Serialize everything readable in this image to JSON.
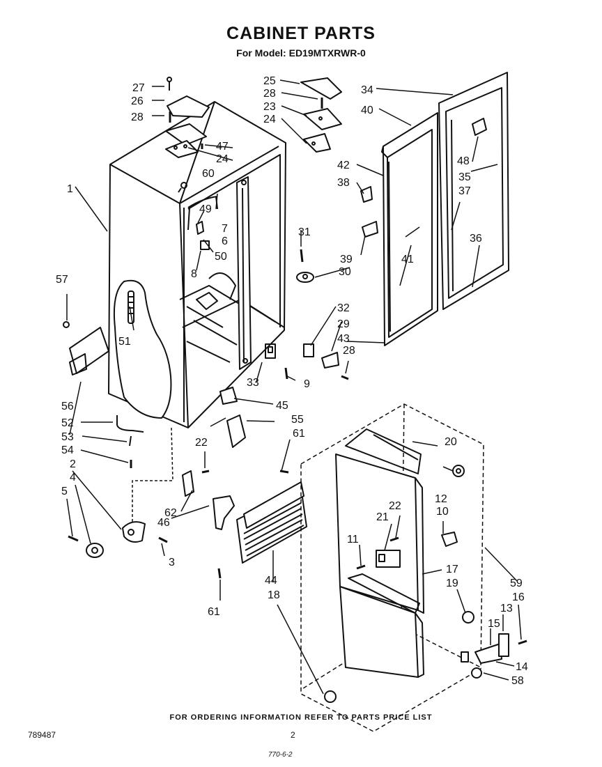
{
  "header": {
    "title": "CABINET PARTS",
    "subtitle": "For Model: ED19MTXRWR-0"
  },
  "callouts": [
    "1",
    "2",
    "3",
    "4",
    "5",
    "6",
    "7",
    "8",
    "9",
    "10",
    "11",
    "12",
    "13",
    "14",
    "15",
    "16",
    "17",
    "18",
    "19",
    "20",
    "21",
    "22",
    "22",
    "23",
    "24",
    "24",
    "25",
    "26",
    "27",
    "28",
    "28",
    "28",
    "29",
    "30",
    "31",
    "32",
    "33",
    "34",
    "35",
    "36",
    "37",
    "38",
    "39",
    "40",
    "41",
    "42",
    "43",
    "44",
    "45",
    "46",
    "47",
    "48",
    "49",
    "50",
    "51",
    "52",
    "53",
    "54",
    "55",
    "56",
    "57",
    "58",
    "59",
    "60",
    "61",
    "61",
    "62"
  ],
  "footer": {
    "note": "FOR ORDERING INFORMATION REFER TO PARTS PRICE LIST",
    "doc_number": "789487",
    "page_number": "2",
    "handwritten": "770-6-2"
  }
}
